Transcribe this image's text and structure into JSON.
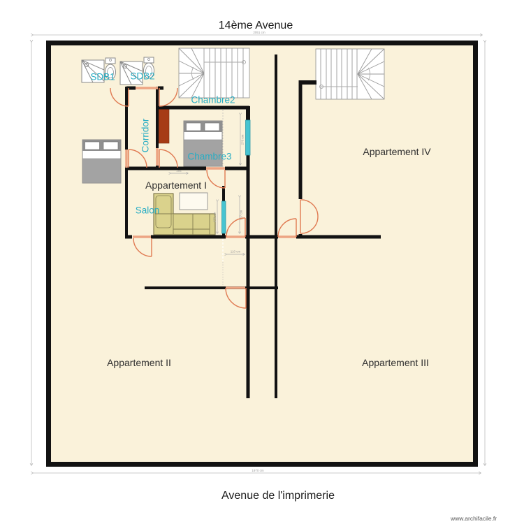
{
  "streets": {
    "top": "14ème Avenue",
    "bottom": "Avenue de l'imprimerie"
  },
  "watermark": "www.archifacile.fr",
  "apartments": {
    "a1": "Appartement I",
    "a2": "Appartement II",
    "a3": "Appartement III",
    "a4": "Appartement IV"
  },
  "rooms": {
    "sdb1": "SDB1",
    "sdb2": "SDB2",
    "chambre2": "Chambre2",
    "chambre3": "Chambre3",
    "corridor": "Corridor",
    "salon": "Salon"
  },
  "dimensions": {
    "top_width": "2051 cm",
    "bottom_width": "1970 cm",
    "chambre3_depth": "270 cm",
    "salon_window": "172 cm",
    "shaft_depth": "117 cm",
    "hall_width": "110 cm",
    "wall_segment": "152"
  },
  "colors": {
    "floor": "#FAF2DA",
    "wall": "#121212",
    "door": "#E07A52",
    "door_opening": "#EDA583",
    "window": "#47C4D1",
    "label_cyan": "#28ADC4",
    "label_dark": "#2F2F2F",
    "sofa": "#DAD28C",
    "bed_blanket": "#A3A3A3",
    "bed_headboard": "#8F8F8F",
    "wardrobe": "#A63B16",
    "stair_line": "#999999",
    "dimension_line": "#AAAAAA"
  }
}
